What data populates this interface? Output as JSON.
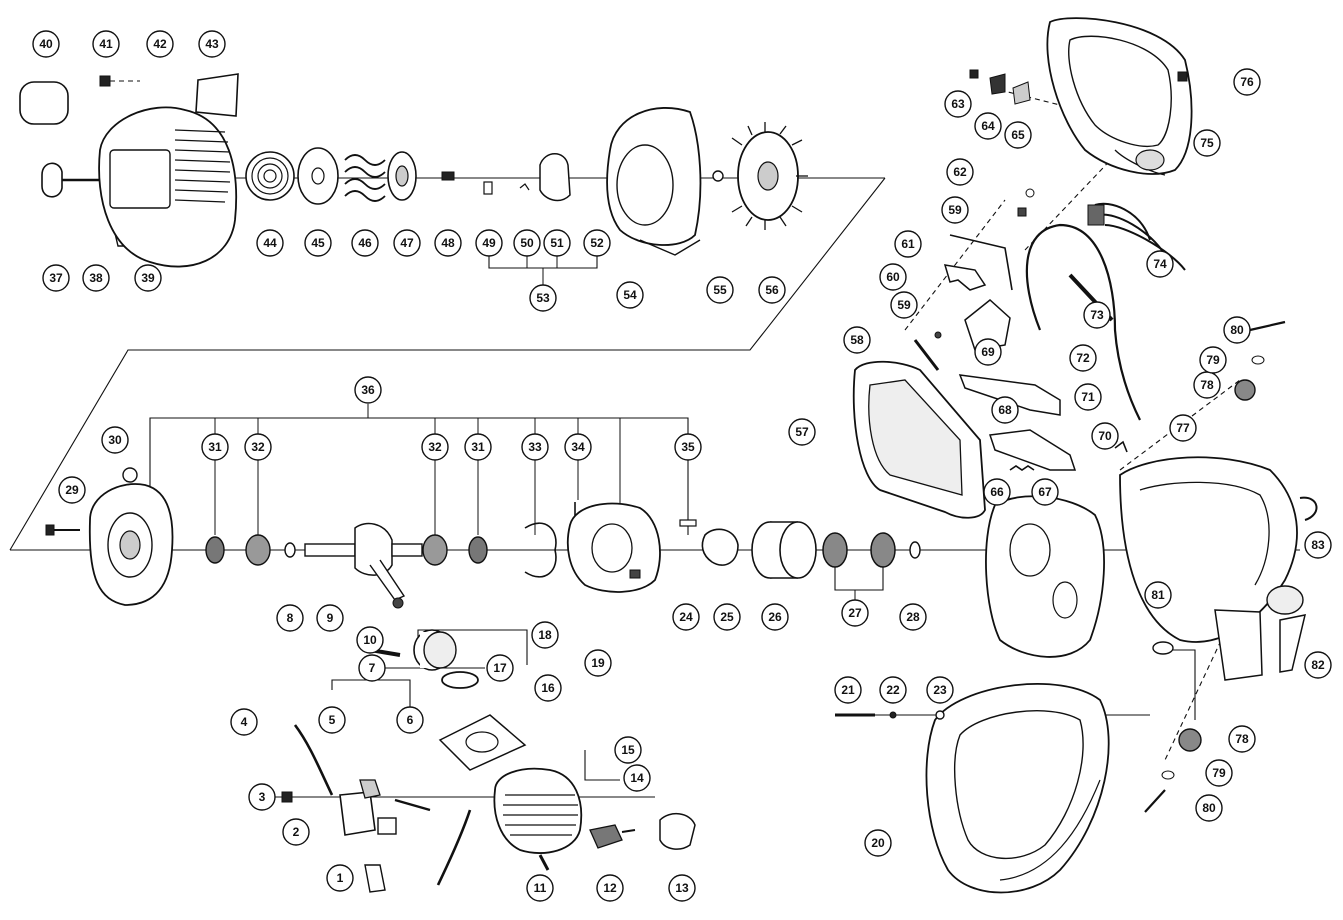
{
  "callouts": [
    {
      "id": "1",
      "label": "1"
    },
    {
      "id": "2",
      "label": "2"
    },
    {
      "id": "3",
      "label": "3"
    },
    {
      "id": "4",
      "label": "4"
    },
    {
      "id": "5",
      "label": "5"
    },
    {
      "id": "6",
      "label": "6"
    },
    {
      "id": "7",
      "label": "7"
    },
    {
      "id": "8",
      "label": "8"
    },
    {
      "id": "9",
      "label": "9"
    },
    {
      "id": "10",
      "label": "10"
    },
    {
      "id": "11",
      "label": "11"
    },
    {
      "id": "12",
      "label": "12"
    },
    {
      "id": "13",
      "label": "13"
    },
    {
      "id": "14",
      "label": "14"
    },
    {
      "id": "15",
      "label": "15"
    },
    {
      "id": "16",
      "label": "16"
    },
    {
      "id": "17",
      "label": "17"
    },
    {
      "id": "18",
      "label": "18"
    },
    {
      "id": "19",
      "label": "19"
    },
    {
      "id": "20",
      "label": "20"
    },
    {
      "id": "21",
      "label": "21"
    },
    {
      "id": "22",
      "label": "22"
    },
    {
      "id": "23",
      "label": "23"
    },
    {
      "id": "24",
      "label": "24"
    },
    {
      "id": "25",
      "label": "25"
    },
    {
      "id": "26",
      "label": "26"
    },
    {
      "id": "27",
      "label": "27"
    },
    {
      "id": "28",
      "label": "28"
    },
    {
      "id": "29",
      "label": "29"
    },
    {
      "id": "30",
      "label": "30"
    },
    {
      "id": "31a",
      "label": "31"
    },
    {
      "id": "31b",
      "label": "31"
    },
    {
      "id": "32a",
      "label": "32"
    },
    {
      "id": "32b",
      "label": "32"
    },
    {
      "id": "33",
      "label": "33"
    },
    {
      "id": "34",
      "label": "34"
    },
    {
      "id": "35",
      "label": "35"
    },
    {
      "id": "36",
      "label": "36"
    },
    {
      "id": "37",
      "label": "37"
    },
    {
      "id": "38",
      "label": "38"
    },
    {
      "id": "39",
      "label": "39"
    },
    {
      "id": "40",
      "label": "40"
    },
    {
      "id": "41",
      "label": "41"
    },
    {
      "id": "42",
      "label": "42"
    },
    {
      "id": "43",
      "label": "43"
    },
    {
      "id": "44",
      "label": "44"
    },
    {
      "id": "45",
      "label": "45"
    },
    {
      "id": "46",
      "label": "46"
    },
    {
      "id": "47",
      "label": "47"
    },
    {
      "id": "48",
      "label": "48"
    },
    {
      "id": "49",
      "label": "49"
    },
    {
      "id": "50",
      "label": "50"
    },
    {
      "id": "51",
      "label": "51"
    },
    {
      "id": "52",
      "label": "52"
    },
    {
      "id": "53",
      "label": "53"
    },
    {
      "id": "54",
      "label": "54"
    },
    {
      "id": "55",
      "label": "55"
    },
    {
      "id": "56",
      "label": "56"
    },
    {
      "id": "57",
      "label": "57"
    },
    {
      "id": "58",
      "label": "58"
    },
    {
      "id": "59a",
      "label": "59"
    },
    {
      "id": "59b",
      "label": "59"
    },
    {
      "id": "60",
      "label": "60"
    },
    {
      "id": "61",
      "label": "61"
    },
    {
      "id": "62",
      "label": "62"
    },
    {
      "id": "63",
      "label": "63"
    },
    {
      "id": "64",
      "label": "64"
    },
    {
      "id": "65",
      "label": "65"
    },
    {
      "id": "66",
      "label": "66"
    },
    {
      "id": "67",
      "label": "67"
    },
    {
      "id": "68",
      "label": "68"
    },
    {
      "id": "69",
      "label": "69"
    },
    {
      "id": "70",
      "label": "70"
    },
    {
      "id": "71",
      "label": "71"
    },
    {
      "id": "72",
      "label": "72"
    },
    {
      "id": "73",
      "label": "73"
    },
    {
      "id": "74",
      "label": "74"
    },
    {
      "id": "75",
      "label": "75"
    },
    {
      "id": "76",
      "label": "76"
    },
    {
      "id": "77",
      "label": "77"
    },
    {
      "id": "78a",
      "label": "78"
    },
    {
      "id": "78b",
      "label": "78"
    },
    {
      "id": "79a",
      "label": "79"
    },
    {
      "id": "79b",
      "label": "79"
    },
    {
      "id": "80a",
      "label": "80"
    },
    {
      "id": "80b",
      "label": "80"
    },
    {
      "id": "81",
      "label": "81"
    },
    {
      "id": "82",
      "label": "82"
    },
    {
      "id": "83",
      "label": "83"
    }
  ]
}
